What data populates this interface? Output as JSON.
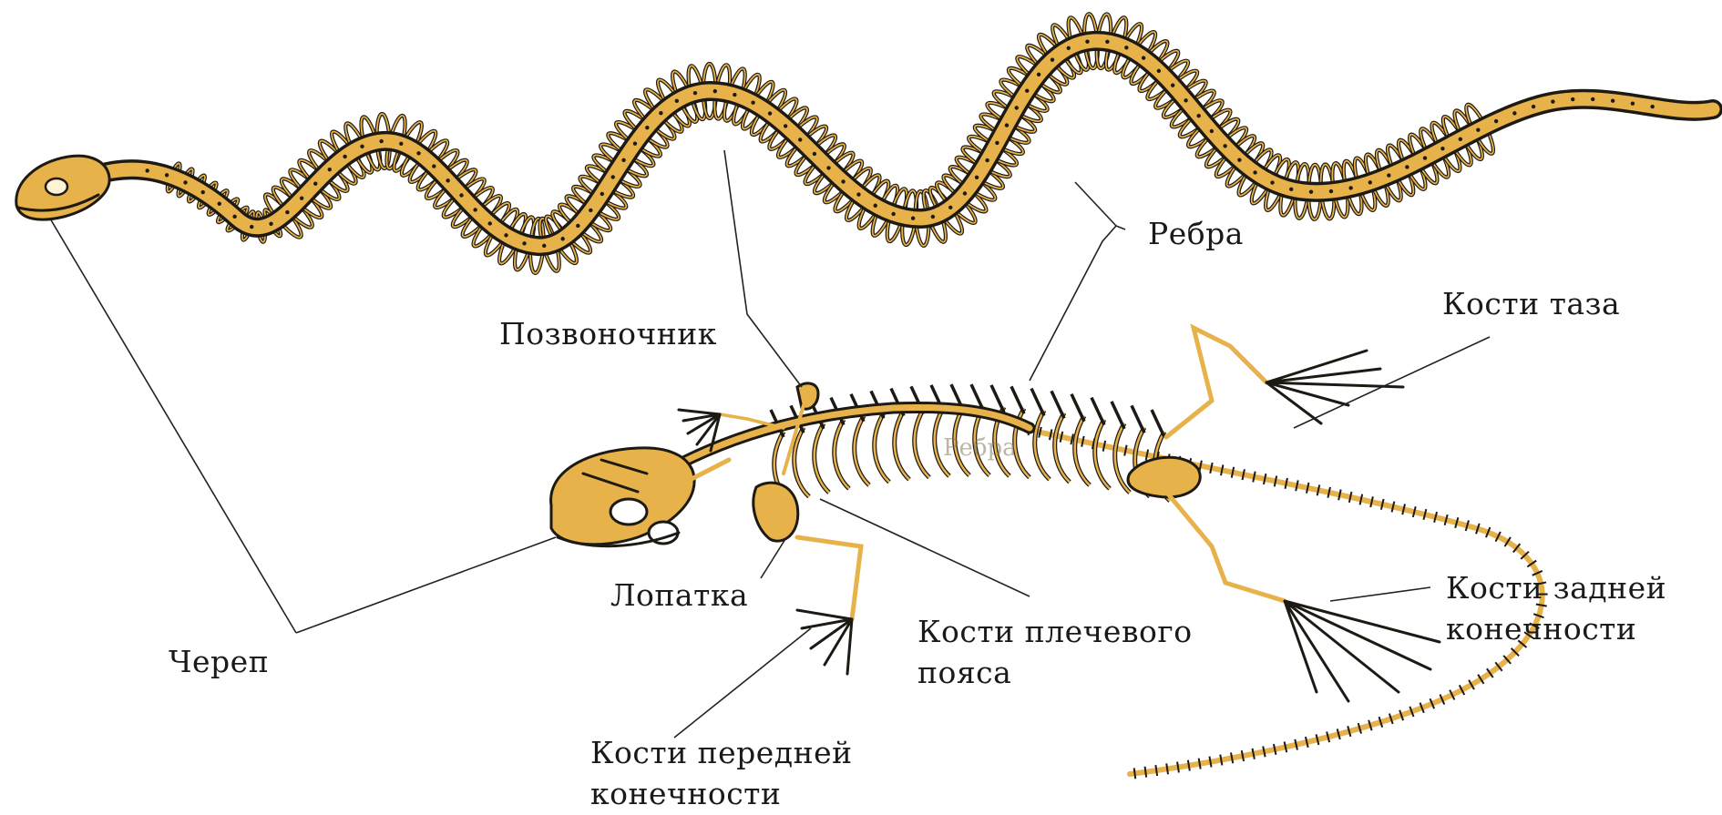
{
  "labels": {
    "ribs_top": "Ребра",
    "pelvis": "Кости таза",
    "spine": "Позвоночник",
    "ribs_faint": "Ребра",
    "scapula": "Лопатка",
    "shoulder_line1": "Кости плечевого",
    "shoulder_line2": "пояса",
    "hind_line1": "Кости задней",
    "hind_line2": "конечности",
    "skull": "Череп",
    "fore_line1": "Кости передней",
    "fore_line2": "конечности"
  },
  "colors": {
    "bone": "#e8b24a",
    "outline": "#1d1a14",
    "text": "#1a1a1a"
  }
}
